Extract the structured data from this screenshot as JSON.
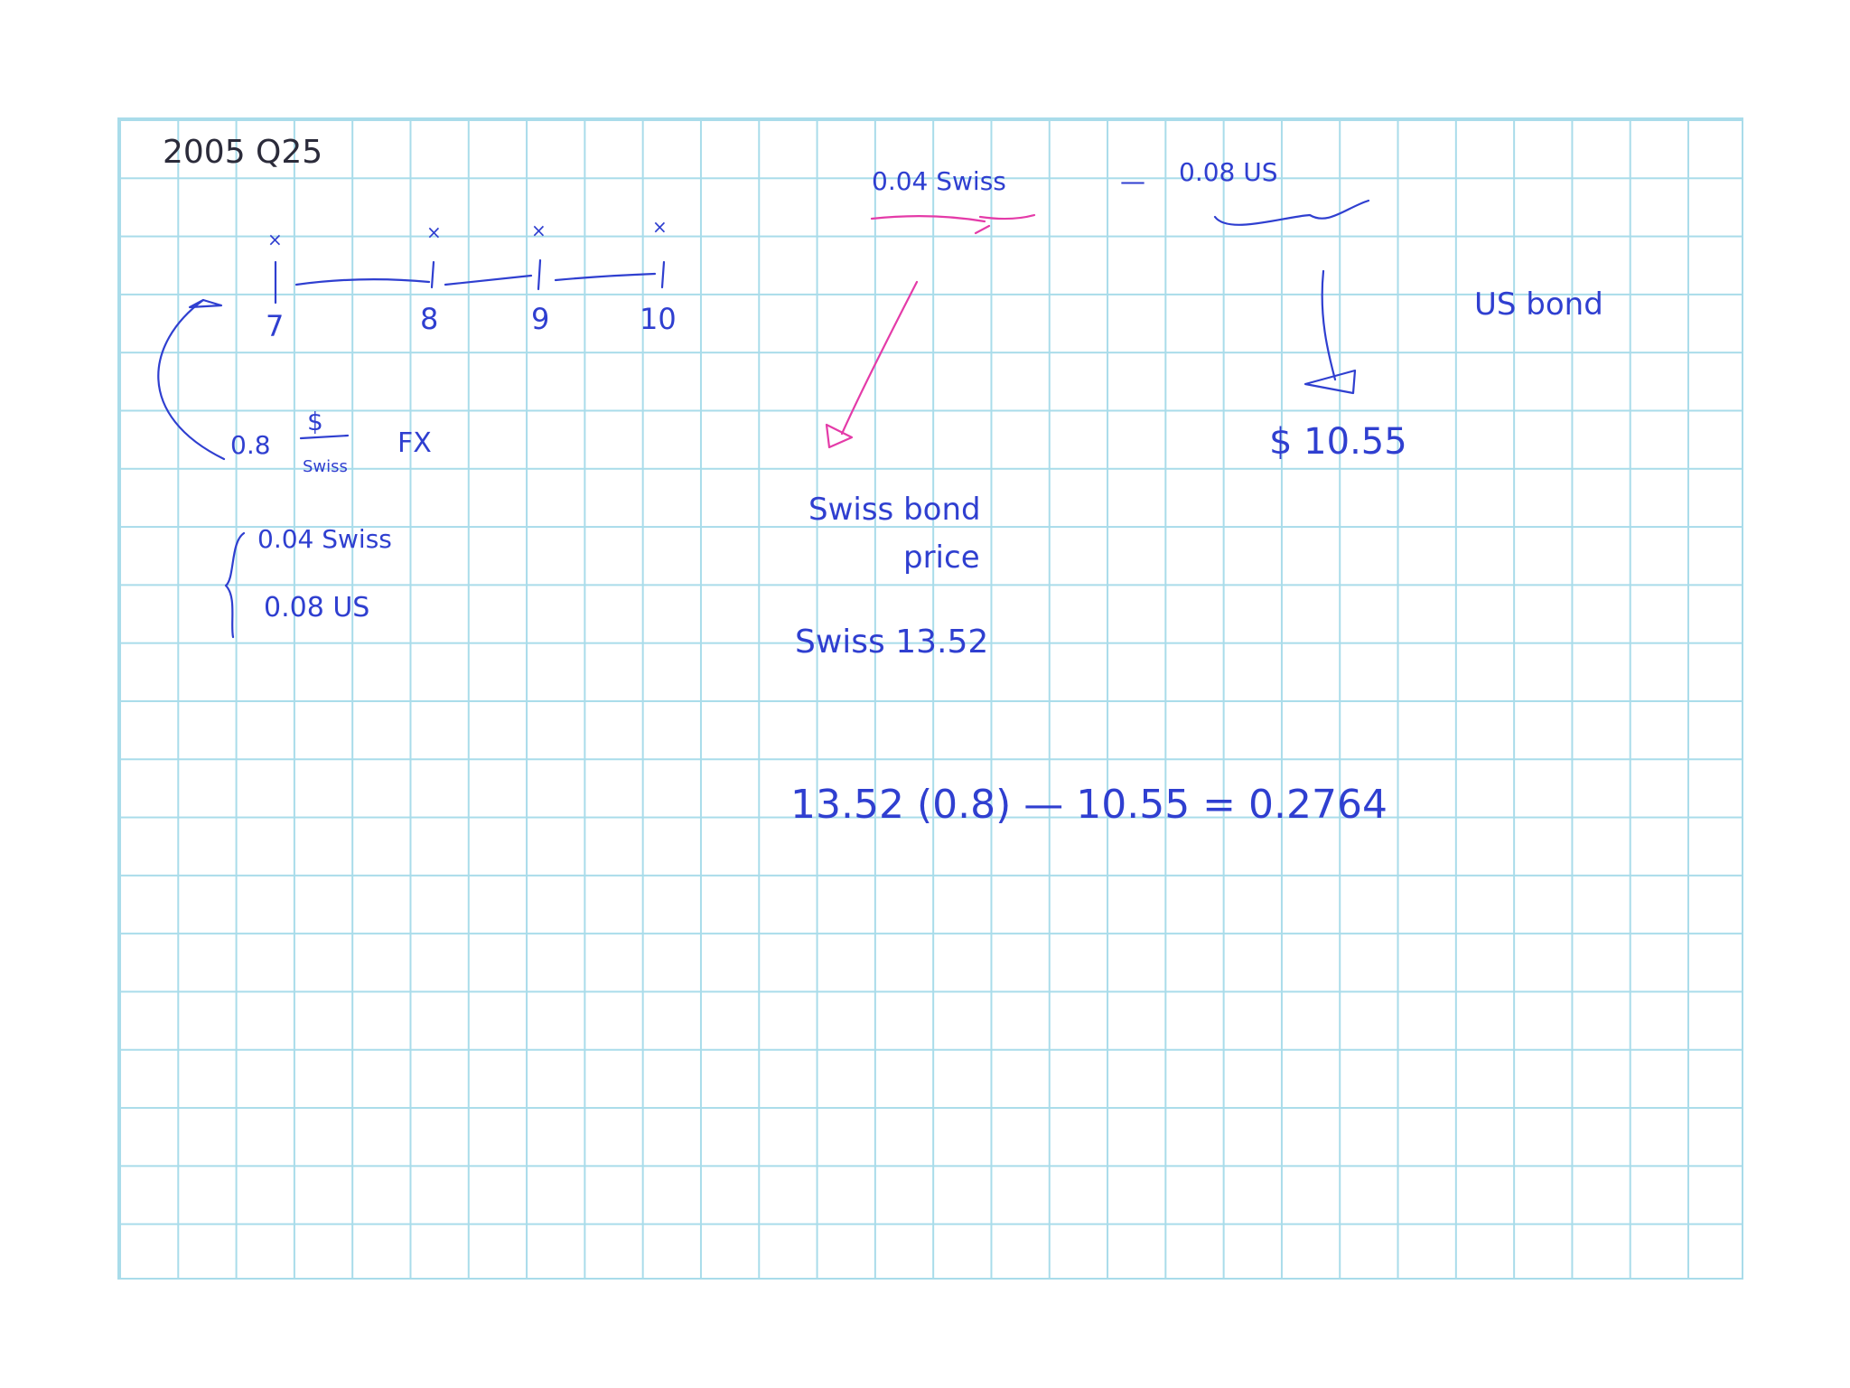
{
  "page": {
    "title": "2005 Q25"
  },
  "timeline": {
    "ticks": [
      "7",
      "8",
      "9",
      "10"
    ],
    "marks": [
      "×",
      "×",
      "×",
      "×"
    ]
  },
  "left_notes": {
    "fx_value": "0.8",
    "fx_unit_num": "$",
    "fx_unit_den": "Swiss",
    "fx_label": "FX",
    "rate_swiss": "0.04 Swiss",
    "rate_us": "0.08 US"
  },
  "right_notes": {
    "swiss_rate": "0.04 Swiss",
    "dash": "—",
    "us_rate": "0.08 US",
    "us_bond": "US bond",
    "us_price": "$ 10.55",
    "swiss_bond_label_1": "Swiss bond",
    "swiss_bond_label_2": "price",
    "swiss_price": "Swiss 13.52",
    "equation": "13.52 (0.8) — 10.55 = 0.2764"
  },
  "colors": {
    "ink_blue": "#2f3fd0",
    "ink_pink": "#e43ba8",
    "ink_black": "#2b2b3a",
    "grid": "#a9dcea"
  }
}
